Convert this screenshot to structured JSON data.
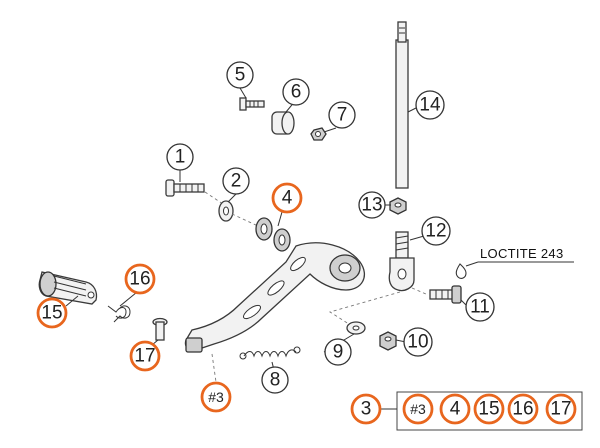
{
  "accent": "#e8661e",
  "callouts": {
    "c1": "1",
    "c2": "2",
    "c3": "3",
    "c4": "4",
    "c5": "5",
    "c6": "6",
    "c7": "7",
    "c8": "8",
    "c9": "9",
    "c10": "10",
    "c11": "11",
    "c12": "12",
    "c13": "13",
    "c14": "14",
    "c15": "15",
    "c16": "16",
    "c17": "17",
    "c_h3": "#3"
  },
  "loctite_note": "LOCTITE 243",
  "kit": {
    "label": "3",
    "items": [
      "#3",
      "4",
      "15",
      "16",
      "17"
    ]
  }
}
